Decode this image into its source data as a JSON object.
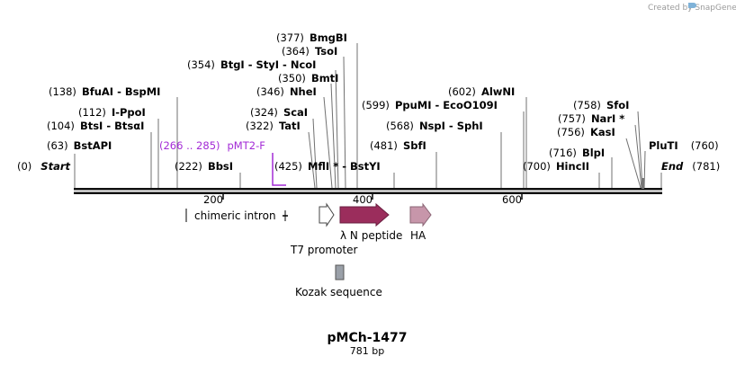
{
  "credit": "Created by SnapGene",
  "title": "pMCh-1477",
  "length_label": "781 bp",
  "ends": {
    "start_pos": "(0)",
    "start": "Start",
    "end": "End",
    "end_pos": "(781)"
  },
  "ticks": [
    "200",
    "400",
    "600"
  ],
  "primer": {
    "range": "(266 .. 285)",
    "name": "pMT2-F",
    "color": "#a32bd6"
  },
  "sites": [
    {
      "pos": "(63)",
      "name": "BstAPI"
    },
    {
      "pos": "(104)",
      "name": "BtsI  -  BtsαI"
    },
    {
      "pos": "(112)",
      "name": "I-PpoI"
    },
    {
      "pos": "(138)",
      "name": "BfuAI  -  BspMI"
    },
    {
      "pos": "(222)",
      "name": "BbsI"
    },
    {
      "pos": "(322)",
      "name": "TatI"
    },
    {
      "pos": "(324)",
      "name": "ScaI"
    },
    {
      "pos": "(346)",
      "name": "NheI"
    },
    {
      "pos": "(350)",
      "name": "BmtI"
    },
    {
      "pos": "(354)",
      "name": "BtgI  -  StyI  -  NcoI"
    },
    {
      "pos": "(364)",
      "name": "TsoI"
    },
    {
      "pos": "(377)",
      "name": "BmgBI"
    },
    {
      "pos": "(425)",
      "name": "MflI *  -  BstYI"
    },
    {
      "pos": "(481)",
      "name": "SbfI"
    },
    {
      "pos": "(568)",
      "name": "NspI  -  SphI"
    },
    {
      "pos": "(599)",
      "name": "PpuMI  -  EcoO109I"
    },
    {
      "pos": "(602)",
      "name": "AlwNI"
    },
    {
      "pos": "(700)",
      "name": "HincII"
    },
    {
      "pos": "(716)",
      "name": "BlpI"
    },
    {
      "pos": "(756)",
      "name": "KasI"
    },
    {
      "pos": "(757)",
      "name": "NarI *"
    },
    {
      "pos": "(758)",
      "name": "SfoI"
    },
    {
      "pos": "(760)",
      "name": "PluTI"
    }
  ],
  "features": [
    {
      "name": "chimeric intron",
      "kind": "intron"
    },
    {
      "name": "T7 promoter",
      "kind": "promoter",
      "color": "#ffffff"
    },
    {
      "name": "λ N peptide",
      "kind": "cds",
      "color": "#9b2d5c"
    },
    {
      "name": "HA",
      "kind": "tag",
      "color": "#c796aa"
    },
    {
      "name": "Kozak sequence",
      "kind": "misc",
      "color": "#9aa0a8"
    }
  ]
}
